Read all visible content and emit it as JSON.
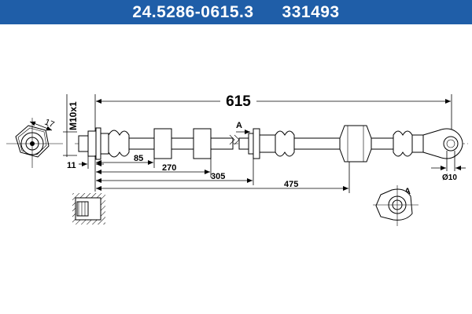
{
  "header": {
    "part_number": "24.5286-0615.3",
    "ref_number": "331493"
  },
  "dimensions": {
    "overall_length": "615",
    "thread": "M10x1",
    "hex_width": "17",
    "thread_length": "11",
    "dim_85": "85",
    "dim_270": "270",
    "dim_305": "305",
    "dim_475": "475",
    "eye_diameter": "Ø10",
    "view_label": "A",
    "view_label_detail": "A"
  }
}
